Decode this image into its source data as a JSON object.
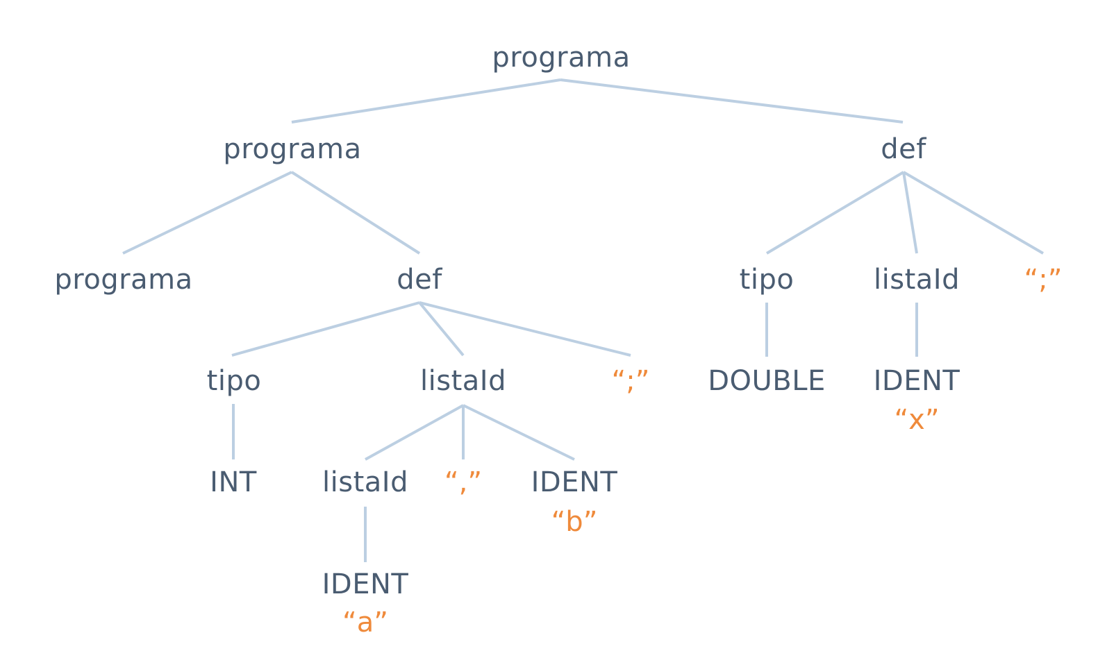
{
  "tree": {
    "root": "programa",
    "nodes": {
      "n_root": {
        "label": "programa"
      },
      "n_prog1": {
        "label": "programa"
      },
      "n_def_top": {
        "label": "def"
      },
      "n_prog2": {
        "label": "programa"
      },
      "n_def1": {
        "label": "def"
      },
      "n_tipo1": {
        "label": "tipo"
      },
      "n_listaid1": {
        "label": "listaId"
      },
      "n_semicolon1": {
        "label": "“;”"
      },
      "n_int": {
        "label": "INT"
      },
      "n_listaid2": {
        "label": "listaId"
      },
      "n_comma": {
        "label": "“,”"
      },
      "n_ident_b": {
        "label": "IDENT"
      },
      "n_val_b": {
        "label": "“b”"
      },
      "n_ident_a": {
        "label": "IDENT"
      },
      "n_val_a": {
        "label": "“a”"
      },
      "n_tipo2": {
        "label": "tipo"
      },
      "n_listaid3": {
        "label": "listaId"
      },
      "n_semicolon2": {
        "label": "“;”"
      },
      "n_double": {
        "label": "DOUBLE"
      },
      "n_ident_x": {
        "label": "IDENT"
      },
      "n_val_x": {
        "label": "“x”"
      }
    }
  },
  "colors": {
    "nonterminal": "#4a5c71",
    "literal": "#ef8a3b",
    "edge": "#bccfe2",
    "background": "#ffffff"
  }
}
